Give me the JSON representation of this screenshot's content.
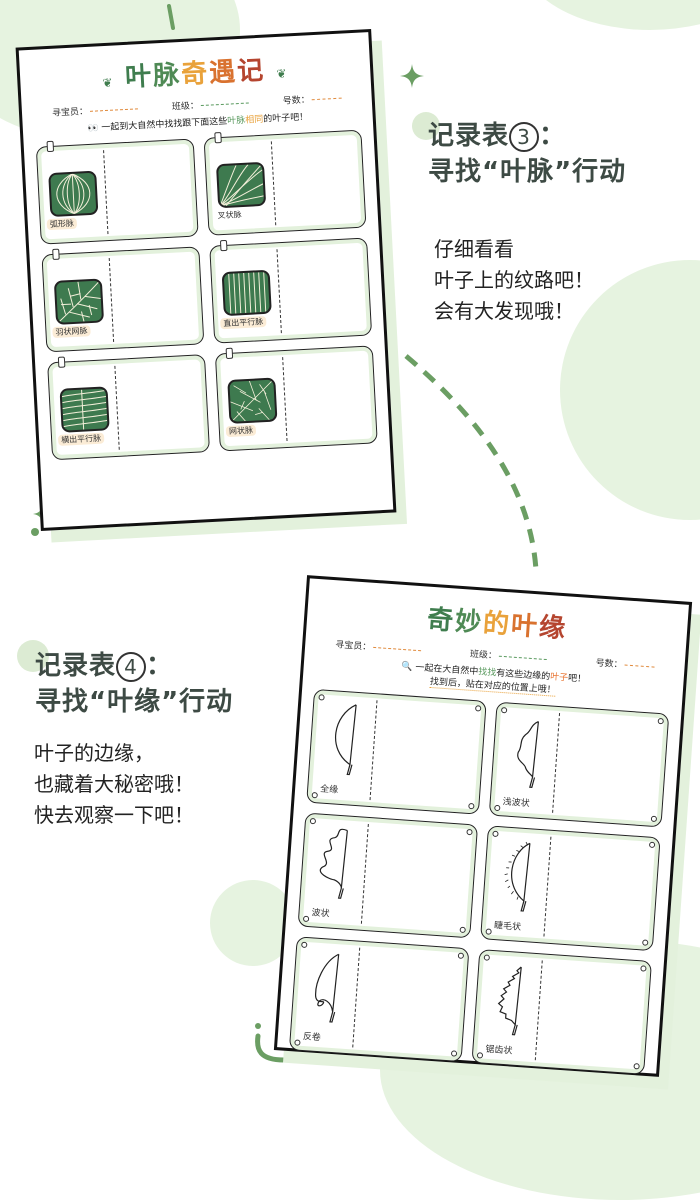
{
  "colors": {
    "accent_green": "#6b9e63",
    "light_green": "#e6f3e0",
    "swatch_green": "#3e7a4f",
    "heading_gray": "#3d4a44",
    "title_green": "#3f7d4e",
    "title_orange": "#e9a23b",
    "title_red": "#b5452f"
  },
  "section3": {
    "heading_line1": "记录表",
    "heading_num": "3",
    "heading_colon": "：",
    "heading_line2": "寻找“叶脉”行动",
    "body": [
      "仔细看看",
      "叶子上的纹路吧！",
      "会有大发现哦！"
    ]
  },
  "section4": {
    "heading_line1": "记录表",
    "heading_num": "4",
    "heading_colon": "：",
    "heading_line2": "寻找“叶缘”行动",
    "body": [
      "叶子的边缘，",
      "也藏着大秘密哦！",
      "快去观察一下吧！"
    ]
  },
  "sheet1": {
    "title_parts": [
      "叶",
      "脉",
      "奇",
      "遇",
      "记"
    ],
    "fields": {
      "seeker": "寻宝员：",
      "class": "班级：",
      "number": "号数："
    },
    "instruction_prefix": "一起到大自然中找找跟下面这些",
    "instruction_hl1": "叶脉",
    "instruction_hl2": "相同",
    "instruction_suffix": "的叶子吧！",
    "cards": [
      {
        "label": "弧形脉",
        "pattern": "arc"
      },
      {
        "label": "叉状脉",
        "pattern": "fork"
      },
      {
        "label": "羽状网脉",
        "pattern": "pinnate"
      },
      {
        "label": "直出平行脉",
        "pattern": "parallel"
      },
      {
        "label": "横出平行脉",
        "pattern": "horizontal"
      },
      {
        "label": "网状脉",
        "pattern": "net"
      }
    ]
  },
  "sheet2": {
    "title_parts": [
      "奇",
      "妙",
      "的",
      "叶",
      "缘"
    ],
    "fields": {
      "seeker": "寻宝员：",
      "class": "班级：",
      "number": "号数："
    },
    "instruction_line1_prefix": "一起在大自然中",
    "instruction_line1_hl": "找找",
    "instruction_line1_mid": "有这些边缘的",
    "instruction_line1_hl2": "叶子",
    "instruction_line1_suffix": "吧！",
    "instruction_line2": "找到后，贴在对应的位置上哦！",
    "cards": [
      {
        "label": "全缘",
        "shape": "entire"
      },
      {
        "label": "浅波状",
        "shape": "shallow-wavy"
      },
      {
        "label": "波状",
        "shape": "wavy"
      },
      {
        "label": "睫毛状",
        "shape": "ciliate"
      },
      {
        "label": "反卷",
        "shape": "revolute"
      },
      {
        "label": "锯齿状",
        "shape": "serrate"
      }
    ]
  }
}
